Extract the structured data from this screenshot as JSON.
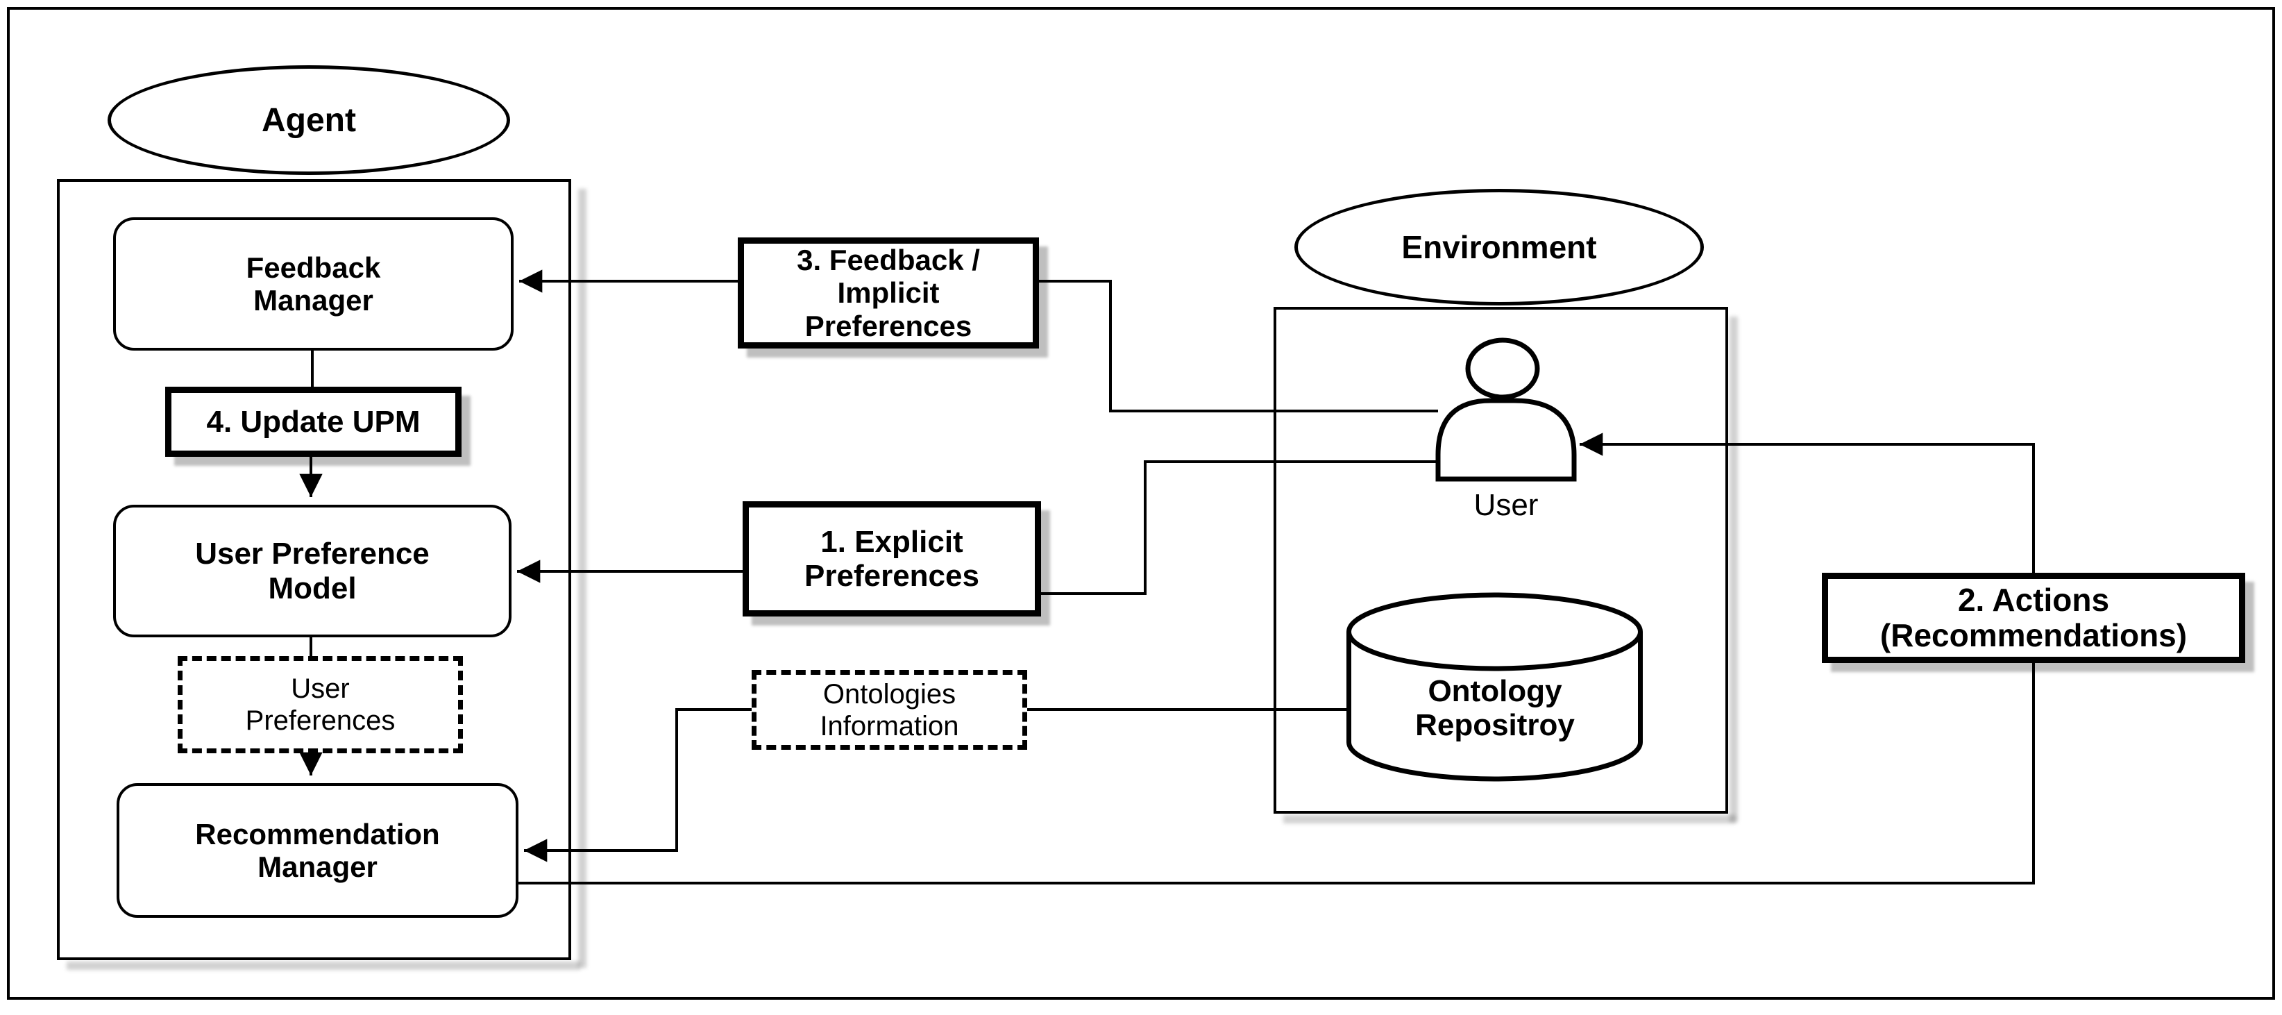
{
  "diagram": {
    "groups": {
      "agent": {
        "label": "Agent"
      },
      "environment": {
        "label": "Environment"
      }
    },
    "nodes": {
      "feedback_manager": {
        "lines": [
          "Feedback",
          "Manager"
        ]
      },
      "update_upm": {
        "label": "4. Update UPM"
      },
      "user_preference_model": {
        "lines": [
          "User Preference",
          "Model"
        ]
      },
      "user_preferences": {
        "lines": [
          "User",
          "Preferences"
        ]
      },
      "recommendation_manager": {
        "lines": [
          "Recommendation",
          "Manager"
        ]
      },
      "user": {
        "label": "User"
      },
      "ontology_repository": {
        "lines": [
          "Ontology",
          "Repositroy"
        ]
      }
    },
    "edges": {
      "feedback_implicit": {
        "lines": [
          "3. Feedback /",
          "Implicit",
          "Preferences"
        ]
      },
      "explicit_preferences": {
        "lines": [
          "1. Explicit",
          "Preferences"
        ]
      },
      "actions_recommendations": {
        "lines": [
          "2. Actions",
          "(Recommendations)"
        ]
      },
      "ontologies_information": {
        "lines": [
          "Ontologies",
          "Information"
        ]
      }
    },
    "colors": {
      "stroke": "#000000",
      "background": "#ffffff",
      "shadow": "rgba(0,0,0,0.25)"
    }
  }
}
